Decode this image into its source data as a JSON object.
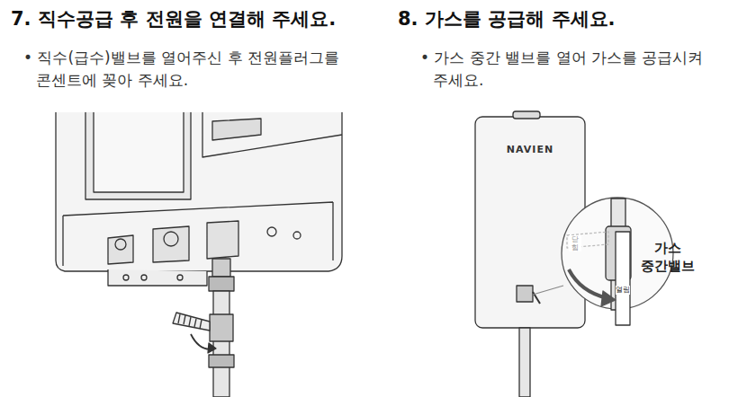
{
  "diagram": {
    "labels": [
      "7. 직수공급 후 전원을 연결해 주세요.",
      "• 직수(급수)밸브를 열어주신 후 전원플러그를 콘센트에 꽂아 주세요.",
      "8. 가스를 공급해 주세요.",
      "• 가스 중간 밸브를 열어 가스를 공급시켜 주세요.",
      "NAVIEN",
      "가스 중간밸브",
      "열림",
      "닫힘"
    ]
  }
}
